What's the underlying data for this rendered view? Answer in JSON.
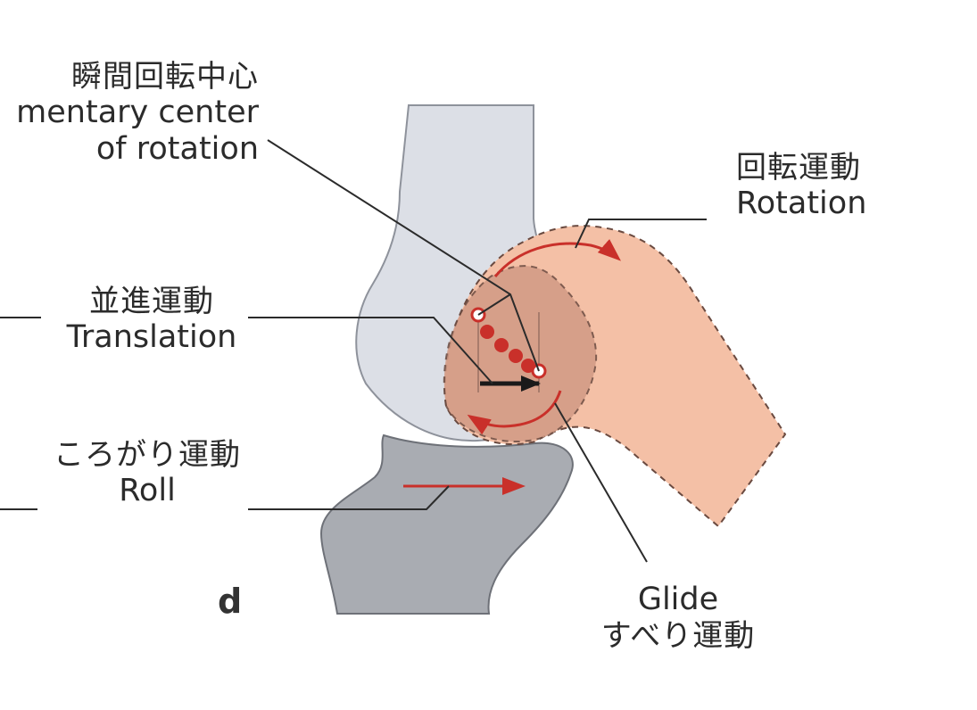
{
  "labels": {
    "center_of_rotation": {
      "jp": "瞬間回転中心",
      "en_line1": "mentary center",
      "en_line2": "of rotation"
    },
    "rotation": {
      "jp": "回転運動",
      "en": "Rotation"
    },
    "translation": {
      "jp": "並進運動",
      "en": "Translation"
    },
    "roll": {
      "jp": "ころがり運動",
      "en": "Roll"
    },
    "glide": {
      "en": "Glide",
      "jp": "すべり運動"
    },
    "panel_letter": "d"
  },
  "colors": {
    "upper_bone": "#dcdfe6",
    "lower_bone": "#a9acb2",
    "moving_segment": "#f4c0a6",
    "joint_overlap": "#d19a85",
    "arrow_red": "#c9302a",
    "arrow_black": "#1a1a1a",
    "leader_line": "#2b2b2b"
  }
}
